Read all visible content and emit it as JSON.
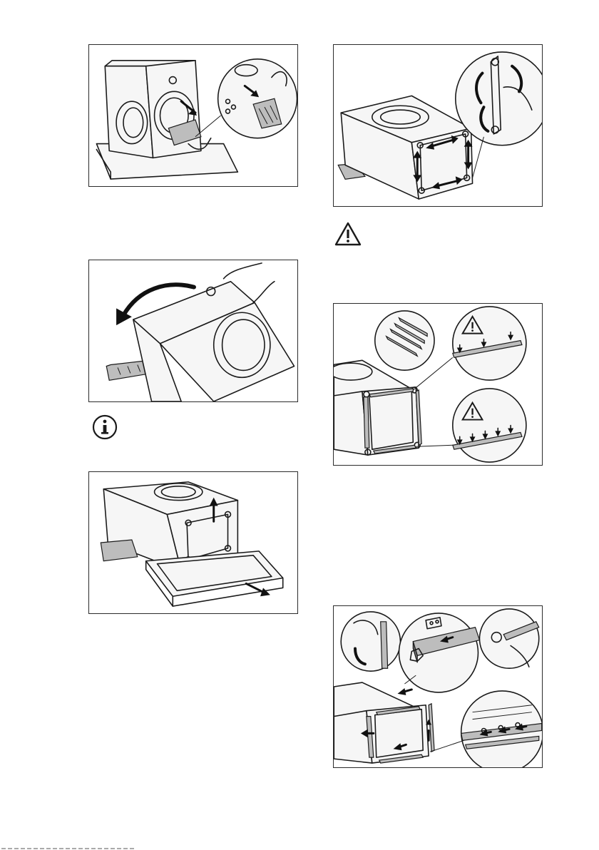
{
  "colors": {
    "ink": "#1a1a1a",
    "background": "#ffffff",
    "shade": "#bdbdbd"
  },
  "left_column": [
    {
      "figure": "remove-back-panel-parts"
    },
    {
      "figure": "tilt-machine-back"
    },
    {
      "figure": "remove-packaging-base"
    }
  ],
  "right_column": [
    {
      "figure": "clean-panel-edges"
    },
    {
      "figure": "seal-strips-placement"
    },
    {
      "figure": "attach-seal-strips"
    }
  ],
  "symbols": {
    "info": "info-icon",
    "warning": "warning-icon"
  }
}
